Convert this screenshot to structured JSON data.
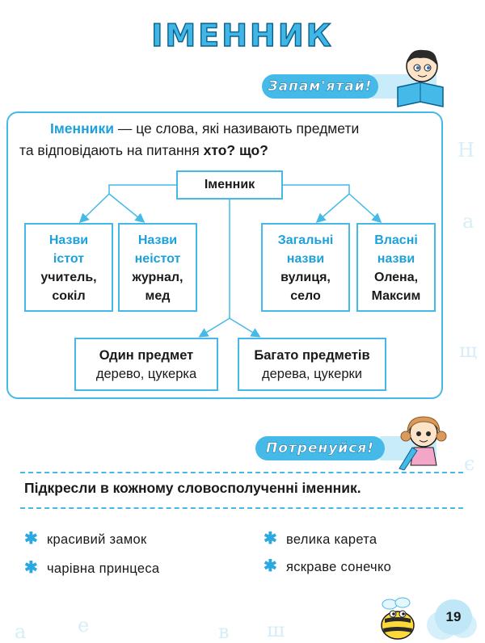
{
  "title": "ІМЕННИК",
  "badges": {
    "remember": "Запам'ятай!",
    "practice": "Потренуйся!"
  },
  "intro": {
    "term": "Іменники",
    "rest1": " — це слова, які називають предмети",
    "rest2": "та відповідають на питання ",
    "questions": "хто? що?"
  },
  "diagram": {
    "root": "Іменник",
    "boxes": [
      {
        "h1": "Назви",
        "h2": "істот",
        "e1": "учитель,",
        "e2": "сокіл"
      },
      {
        "h1": "Назви",
        "h2": "неістот",
        "e1": "журнал,",
        "e2": "мед"
      },
      {
        "h1": "Загальні",
        "h2": "назви",
        "e1": "вулиця,",
        "e2": "село"
      },
      {
        "h1": "Власні",
        "h2": "назви",
        "e1": "Олена,",
        "e2": "Максим"
      }
    ],
    "number": [
      {
        "h": "Один предмет",
        "e": "дерево, цукерка"
      },
      {
        "h": "Багато предметів",
        "e": "дерева, цукерки"
      }
    ]
  },
  "task": "Підкресли в кожному словосполученні іменник.",
  "items": [
    "красивий замок",
    "велика карета",
    "чарівна принцеса",
    "яскраве сонечко"
  ],
  "page_number": "19",
  "colors": {
    "accent": "#45b9e8",
    "heading": "#1da1db"
  }
}
